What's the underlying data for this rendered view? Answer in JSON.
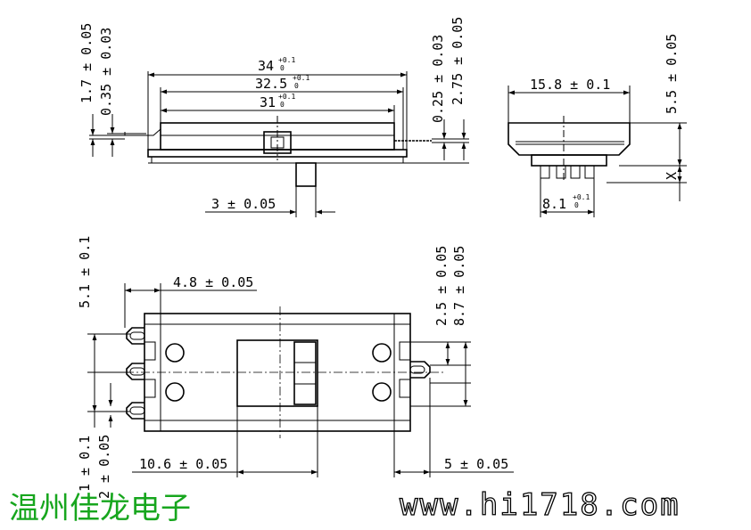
{
  "drawing": {
    "top_view": {
      "dim_34": "34",
      "dim_32_5": "32.5",
      "dim_31": "31",
      "tol_up": "+0.1",
      "tol_lo": "0",
      "dim_1_7": "1.7 ± 0.05",
      "dim_0_35": "0.35 ± 0.03",
      "dim_0_25": "0.25 ± 0.03",
      "dim_2_75": "2.75 ± 0.05",
      "dim_3": "3 ± 0.05"
    },
    "side_view": {
      "dim_15_8": "15.8 ± 0.1",
      "dim_5_5": "5.5 ± 0.05",
      "dim_x": "X",
      "dim_8_1": "8.1",
      "tol_up": "+0.1",
      "tol_lo": "0"
    },
    "plan_view": {
      "dim_5_1": "5.1 ± 0.1",
      "dim_4_8": "4.8 ± 0.05",
      "dim_2_5": "2.5 ± 0.05",
      "dim_8_7": "8.7 ± 0.05",
      "dim_10_6": "10.6 ± 0.05",
      "dim_5": "5 ± 0.05",
      "dim_bottom_a": "1 ± 0.1",
      "dim_bottom_b": "2 ± 0.05"
    }
  },
  "watermark": {
    "company": "温州佳龙电子",
    "site": "www.hi1718.com"
  }
}
